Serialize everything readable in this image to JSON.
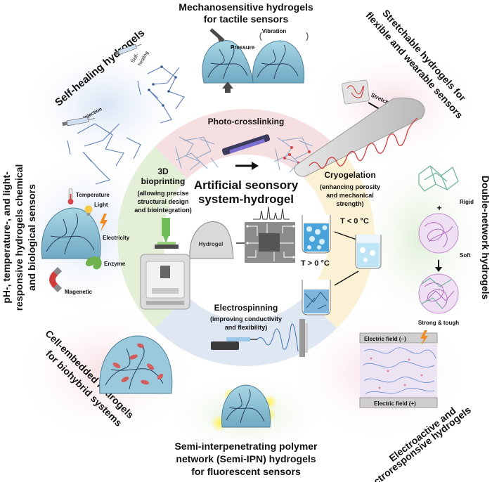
{
  "center": {
    "title_line1": "Artificial seonsory",
    "title_line2": "system-hydrogel",
    "hydrogel_label": "Hydrogel"
  },
  "inner_ring": {
    "top": {
      "title": "Photo-crosslinking"
    },
    "left": {
      "title_line1": "3D",
      "title_line2": "bioprinting",
      "desc_line1": "(allowing precise",
      "desc_line2": "structural design",
      "desc_line3": "and biointegration)"
    },
    "right": {
      "title": "Cryogelation",
      "desc_line1": "(enhancing porosity",
      "desc_line2": "and mechanical",
      "desc_line3": "strength)",
      "temp_low": "T < 0 °C",
      "temp_high": "T > 0 °C"
    },
    "bottom": {
      "title": "Electrospinning",
      "desc_line1": "(improving conductivity",
      "desc_line2": "and flexibility)"
    }
  },
  "outer": {
    "top_title_line1": "Mechanosensitive hydrogels",
    "top_title_line2": "for tactile sensors",
    "pressure_label": "Pressure",
    "vibration_label": "Vibration",
    "self_healing_title": "Self-healing hydrogels",
    "self_healing_label1": "Self-",
    "self_healing_label2": "healing",
    "injection_label": "Injection",
    "stretchable_title_line1": "Stretchable hydrogels for",
    "stretchable_title_line2": "flexible and wearable sensors",
    "stretch_label": "Stretch",
    "left_title_line1": "pH-, temperature-, and light-",
    "left_title_line2": "responsive hydrogels chemical",
    "left_title_line3": "and biological sensors",
    "stimuli": [
      "Temperature",
      "Light",
      "Electricity",
      "Enzyme",
      "Magenetic"
    ],
    "double_network_title": "Double-network hydrogels",
    "rigid_label": "Rigid",
    "soft_label": "Soft",
    "plus_sign": "+",
    "strong_label": "Strong & tough",
    "cell_title_line1": "Cell-embedded hydrogels",
    "cell_title_line2": "for biohybrid systems",
    "bottom_title_line1": "Semi-interpenetrating polymer",
    "bottom_title_line2": "network (Semi-IPN) hydrogels",
    "bottom_title_line3": "for fluorescent sensors",
    "electro_title_line1": "Electroactive and",
    "electro_title_line2": "electroresponsive hydrogels",
    "field_neg": "Electric field (−)",
    "field_pos": "Electric field (+)"
  },
  "colors": {
    "top_segment": "#f7dede",
    "right_segment": "#fbf1d2",
    "bottom_segment": "#dde6f3",
    "left_segment": "#e3efd7",
    "hydrogel_blue": "#8fc3d6",
    "accent_red": "#d64545"
  }
}
